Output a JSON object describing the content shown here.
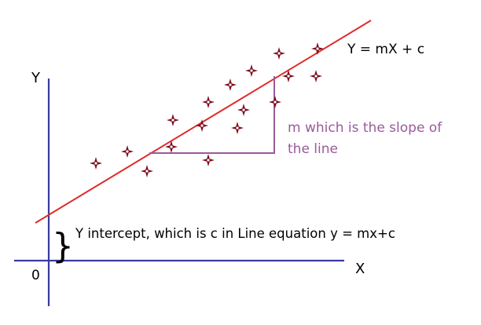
{
  "diagram": {
    "axis_labels": {
      "y": "Y",
      "x": "X",
      "origin": "0"
    },
    "line_equation": "Y = mX + c",
    "slope_label": {
      "line1": "m which is the slope of",
      "line2": "the line"
    },
    "intercept_brace": "}",
    "intercept_label": "Y intercept, which is c in Line equation y = mx+c",
    "colors": {
      "axis": "#3a3aa0",
      "regression_line": "#e02a2a",
      "points": "#7a0a1a",
      "slope_triangle": "#9a5a9a",
      "slope_text": "#9a5a9a",
      "text": "#000000"
    },
    "point_icon": "four-point-star-icon"
  }
}
